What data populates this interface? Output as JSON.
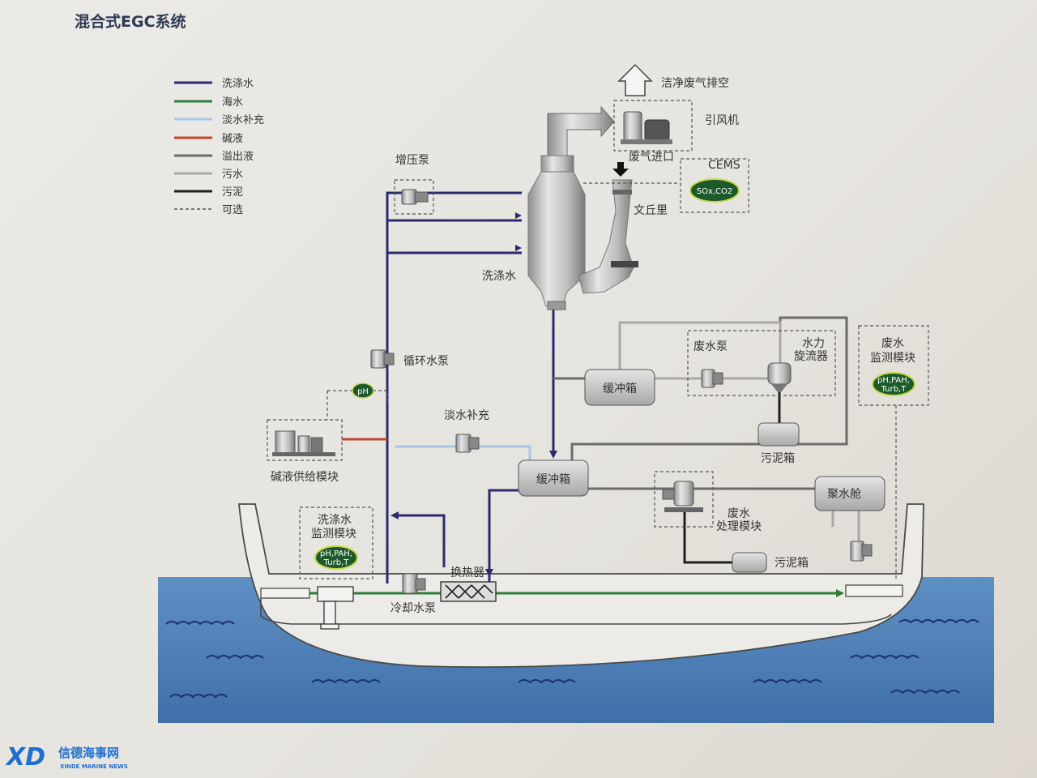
{
  "title": "混合式EGC系统",
  "legend": [
    {
      "label": "洗涤水",
      "color": "#2b2a6e",
      "style": "solid"
    },
    {
      "label": "海水",
      "color": "#2f7d3a",
      "style": "solid"
    },
    {
      "label": "淡水补充",
      "color": "#a9c4e6",
      "style": "solid"
    },
    {
      "label": "碱液",
      "color": "#c2462a",
      "style": "solid"
    },
    {
      "label": "溢出液",
      "color": "#6b6b6b",
      "style": "solid"
    },
    {
      "label": "污水",
      "color": "#a8a8a8",
      "style": "solid"
    },
    {
      "label": "污泥",
      "color": "#1f1f1f",
      "style": "solid"
    },
    {
      "label": "可选",
      "color": "#555555",
      "style": "dashed"
    }
  ],
  "labels": {
    "clean_exhaust": "洁净废气排空",
    "fan": "引风机",
    "exhaust_inlet": "废气进口",
    "cems": "CEMS",
    "cems_badge": "SOx,CO2",
    "venturi": "文丘里",
    "booster_pump": "增压泵",
    "wash_water": "洗涤水",
    "circ_pump": "循环水泵",
    "ph_badge": "pH",
    "alkali_module": "碱液供给模块",
    "fresh_water": "淡水补充",
    "buffer_tank_1": "缓冲箱",
    "buffer_tank_2": "缓冲箱",
    "waste_pump": "废水泵",
    "hydrocyclone_1": "水力",
    "hydrocyclone_2": "旋流器",
    "sludge_tank_1": "污泥箱",
    "sludge_tank_2": "污泥箱",
    "ww_monitor_1": "废水",
    "ww_monitor_2": "监测模块",
    "ww_badge_1": "pH,PAH,",
    "ww_badge_2": "Turb,T",
    "bilge": "聚水舱",
    "ww_treat_1": "废水",
    "ww_treat_2": "处理模块",
    "wash_monitor_1": "洗涤水",
    "wash_monitor_2": "监测模块",
    "wash_badge_1": "pH,PAH,",
    "wash_badge_2": "Turb,T",
    "heat_exchanger": "换热器",
    "cooling_pump": "冷却水泵"
  },
  "brand": {
    "logo": "XD",
    "name": "信德海事网",
    "sub": "XINDE MARINE NEWS"
  }
}
